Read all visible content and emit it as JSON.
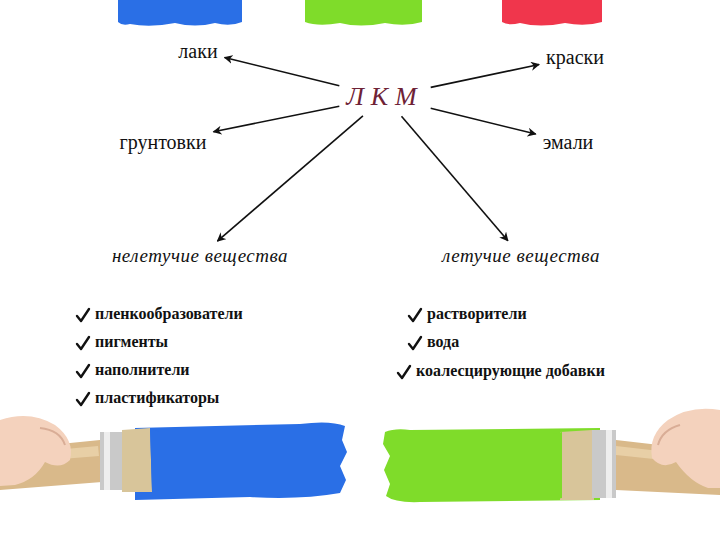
{
  "diagram": {
    "nodes": [
      {
        "text": [
          "лаки"
        ]
      },
      {
        "text": [
          "краски"
        ]
      },
      {
        "text": [
          "ЛКМ"
        ]
      },
      {
        "text": [
          "грунтовки"
        ]
      },
      {
        "text": [
          "эмали"
        ]
      },
      {
        "text": [
          "нелетучие вещества"
        ]
      },
      {
        "text": [
          "летучие вещества"
        ]
      }
    ],
    "edges": [
      {
        "from": 2,
        "to": 0,
        "arrow": "to"
      },
      {
        "from": 2,
        "to": 1,
        "arrow": "to"
      },
      {
        "from": 2,
        "to": 3,
        "arrow": "to"
      },
      {
        "from": 2,
        "to": 4,
        "arrow": "to"
      },
      {
        "from": 2,
        "to": 5,
        "arrow": "to"
      },
      {
        "from": 2,
        "to": 6,
        "arrow": "to"
      }
    ],
    "labels": [
      "пленкообразователи",
      "пигменты",
      "наполнители",
      "пластификаторы",
      "растворители",
      "вода",
      "коалесцирующие добавки"
    ]
  }
}
